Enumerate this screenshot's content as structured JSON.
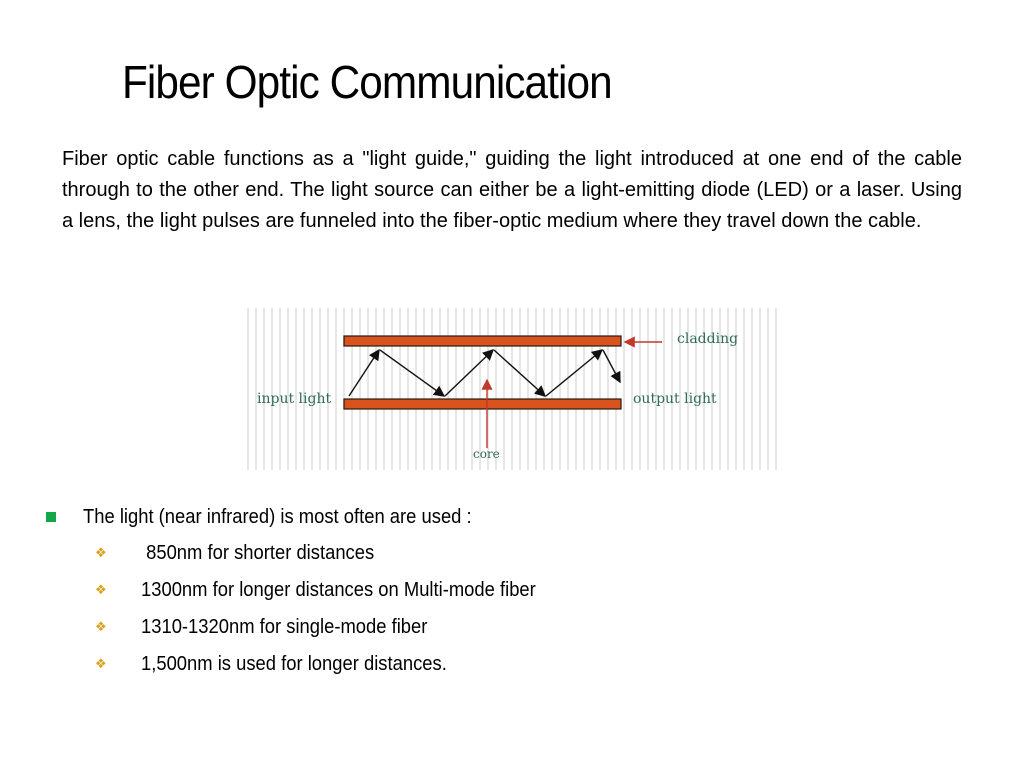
{
  "slide": {
    "title": "Fiber Optic Communication",
    "intro": "Fiber optic cable functions as a \"light guide,\" guiding the light introduced at one end of the cable through to the other end. The light source can either be a light-emitting diode (LED) or a laser. Using a lens, the light pulses are funneled into the fiber-optic medium where they travel down the cable."
  },
  "diagram": {
    "labels": {
      "cladding": "cladding",
      "input": "input light",
      "output": "output light",
      "core": "core"
    },
    "colors": {
      "cladding_fill": "#d9531f",
      "arrow_red": "#c0392b",
      "label_text": "#2f6b56"
    }
  },
  "bullets": {
    "main": "The light (near infrared) is most often  are used :",
    "main_marker_color": "#12a84a",
    "sub_marker_color": "#d9a018",
    "sub": [
      " 850nm for shorter distances",
      "1300nm for longer distances on Multi-mode fiber",
      "1310-1320nm for single-mode fiber",
      "1,500nm is used for longer distances."
    ]
  }
}
